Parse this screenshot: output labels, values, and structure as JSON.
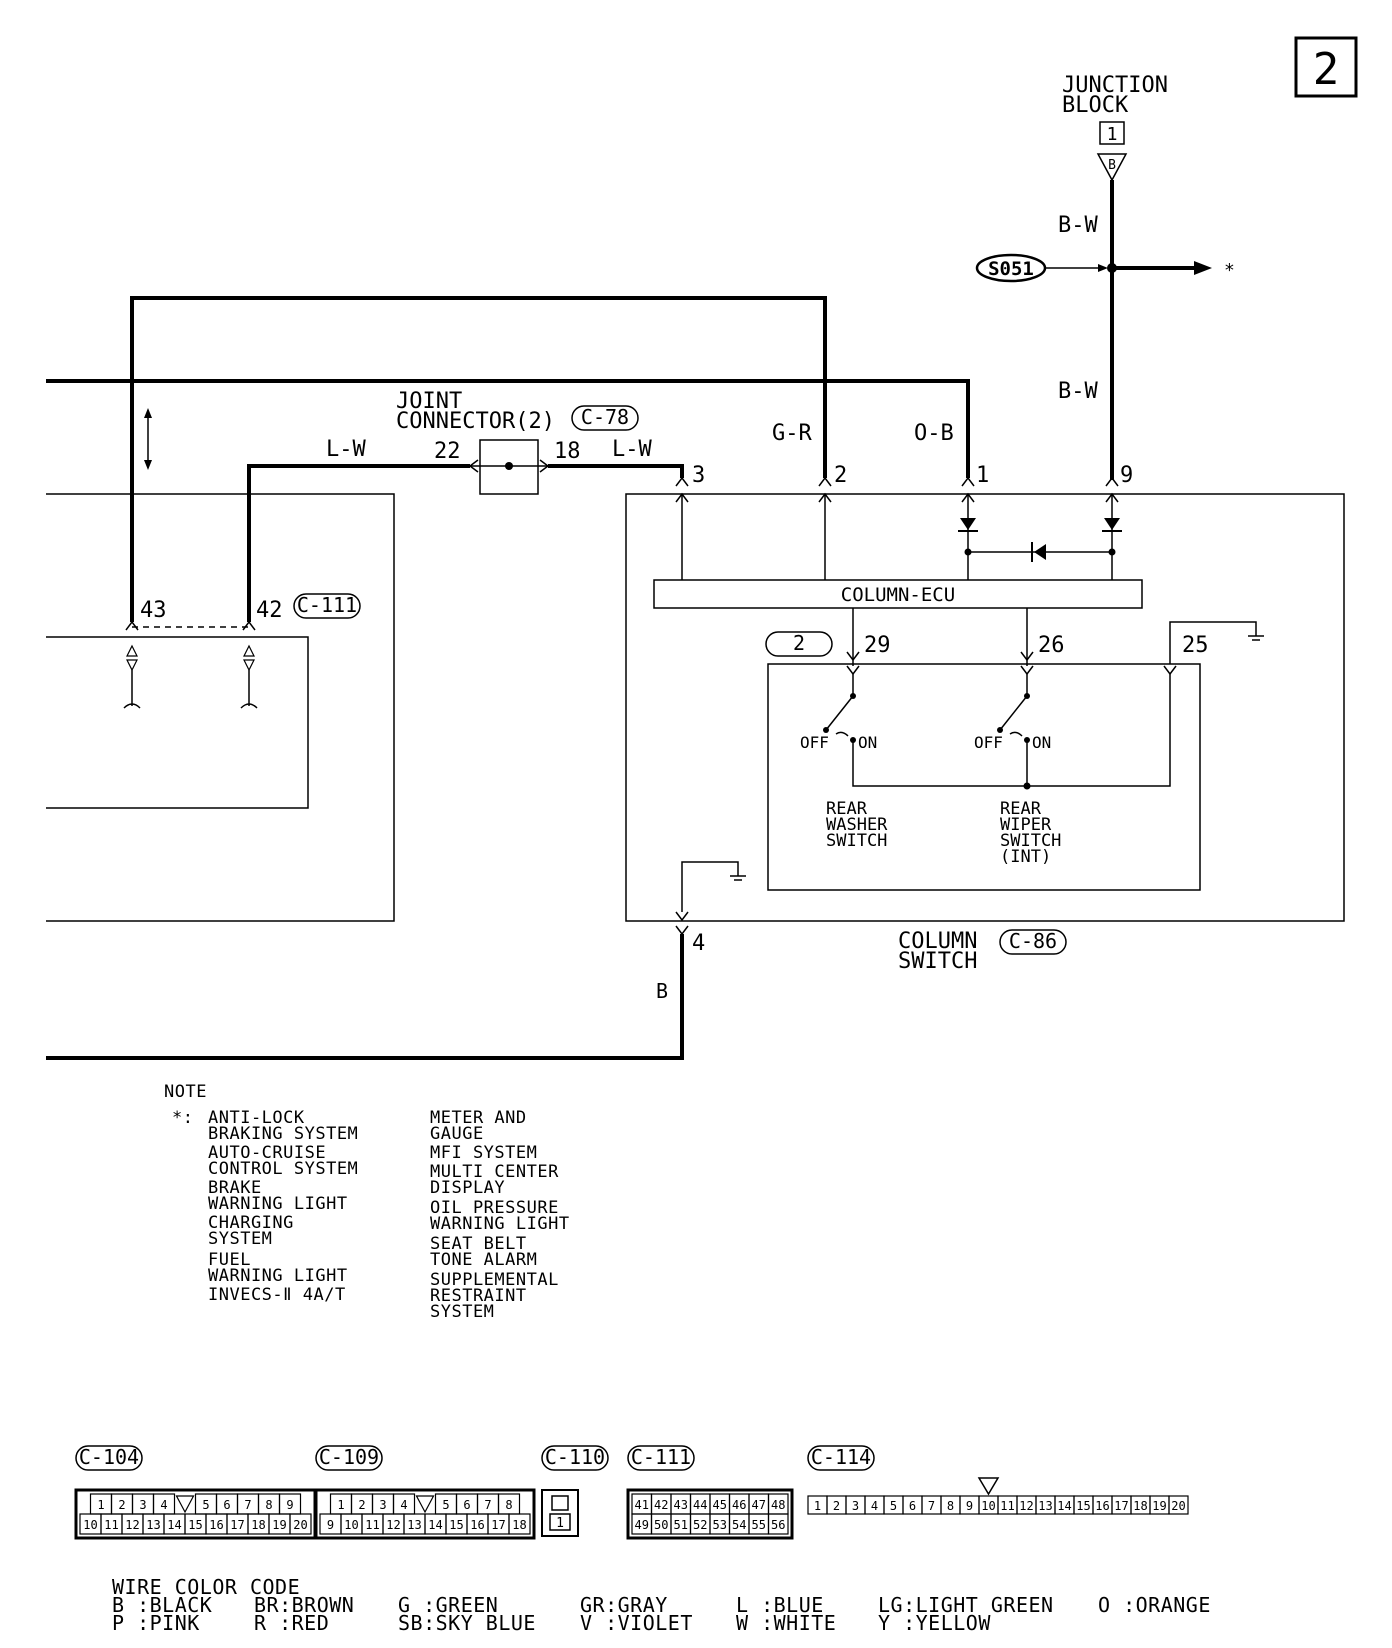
{
  "page_number": "2",
  "junction_block": {
    "title_line1": "JUNCTION",
    "title_line2": "BLOCK",
    "connector": "1",
    "terminal": "B"
  },
  "splice": "S051",
  "splice_arrow_mark": "*",
  "wires": {
    "bw_upper": "B-W",
    "bw_lower": "B-W",
    "lw_left": "L-W",
    "lw_right": "L-W",
    "gr": "G-R",
    "ob": "O-B",
    "b": "B"
  },
  "joint_connector": {
    "line1": "JOINT",
    "line2": "CONNECTOR(2)",
    "code": "C-78",
    "pin_left": "22",
    "pin_right": "18"
  },
  "column_switch": {
    "pins": {
      "p3": "3",
      "p2": "2",
      "p1": "1",
      "p9": "9",
      "p4": "4",
      "p29": "29",
      "p26": "26",
      "p25": "25"
    },
    "ecu": "COLUMN-ECU",
    "sub_ref": "2",
    "off": "OFF",
    "on": "ON",
    "washer": [
      "REAR",
      "WASHER",
      "SWITCH"
    ],
    "wiper": [
      "REAR",
      "WIPER",
      "SWITCH",
      "(INT)"
    ],
    "title_line1": "COLUMN",
    "title_line2": "SWITCH",
    "code": "C-86"
  },
  "c111": {
    "pin43": "43",
    "pin42": "42",
    "code": "C-111"
  },
  "note": {
    "title": "NOTE",
    "star": "*:",
    "col1": [
      "ANTI-LOCK\nBRAKING SYSTEM",
      "AUTO-CRUISE\nCONTROL SYSTEM",
      "BRAKE\nWARNING LIGHT",
      "CHARGING\nSYSTEM",
      "FUEL\nWARNING LIGHT",
      "INVECS-Ⅱ 4A/T"
    ],
    "col2": [
      "METER AND\nGAUGE",
      "MFI SYSTEM",
      "MULTI CENTER\nDISPLAY",
      "OIL PRESSURE\nWARNING LIGHT",
      "SEAT BELT\nTONE ALARM",
      "SUPPLEMENTAL\nRESTRAINT\nSYSTEM"
    ]
  },
  "connectors": [
    {
      "code": "C-104",
      "top": [
        "1",
        "2",
        "3",
        "4",
        "",
        "5",
        "6",
        "7",
        "8",
        "9"
      ],
      "bottom": [
        "10",
        "11",
        "12",
        "13",
        "14",
        "15",
        "16",
        "17",
        "18",
        "19",
        "20"
      ]
    },
    {
      "code": "C-109",
      "top": [
        "1",
        "2",
        "3",
        "4",
        "",
        "5",
        "6",
        "7",
        "8"
      ],
      "bottom": [
        "9",
        "10",
        "11",
        "12",
        "13",
        "14",
        "15",
        "16",
        "17",
        "18"
      ]
    },
    {
      "code": "C-110",
      "top": [],
      "bottom": [
        "1"
      ]
    },
    {
      "code": "C-111",
      "top": [
        "41",
        "42",
        "43",
        "44",
        "45",
        "46",
        "47",
        "48"
      ],
      "bottom": [
        "49",
        "50",
        "51",
        "52",
        "53",
        "54",
        "55",
        "56"
      ]
    },
    {
      "code": "C-114",
      "top": [
        "1",
        "2",
        "3",
        "4",
        "5",
        "6",
        "7",
        "8",
        "9",
        "10",
        "11",
        "12",
        "13",
        "14",
        "15",
        "16",
        "17",
        "18",
        "19",
        "20"
      ],
      "bottom": []
    }
  ],
  "wire_color_code": {
    "title": "WIRE COLOR CODE",
    "row1": [
      "B :BLACK",
      "BR:BROWN",
      "G :GREEN",
      "GR:GRAY",
      "L :BLUE",
      "LG:LIGHT GREEN",
      "O :ORANGE"
    ],
    "row2": [
      "P :PINK",
      "R :RED",
      "SB:SKY BLUE",
      "V :VIOLET",
      "W :WHITE",
      "Y :YELLOW"
    ]
  }
}
